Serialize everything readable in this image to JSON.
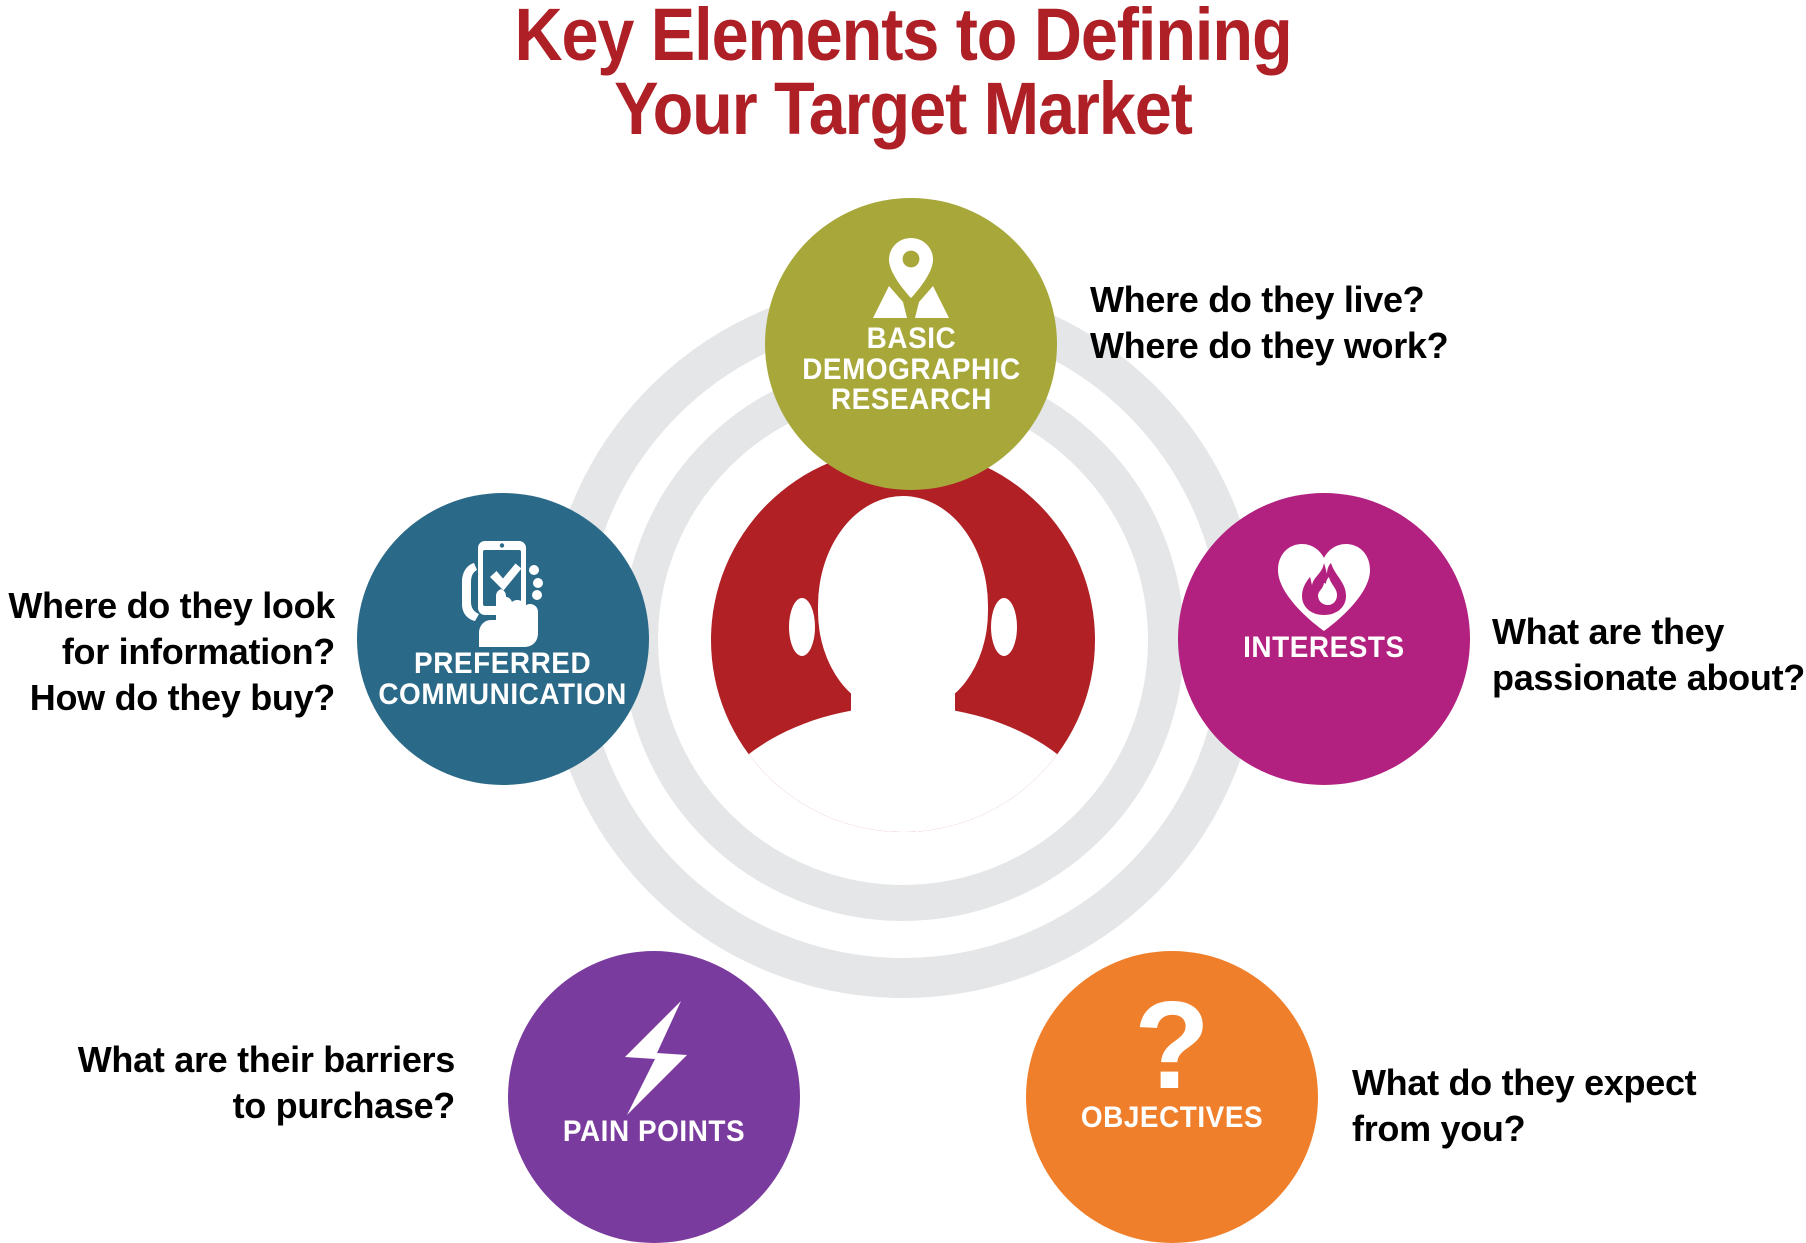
{
  "title": "Key Elements to Defining\nYour Target Market",
  "colors": {
    "title_red": "#AE1F26",
    "center_red": "#B02025",
    "ring_gray": "#E4E6E8",
    "demographic_olive": "#A7A73A",
    "communication_blue": "#2A6987",
    "interests_magenta": "#B32180",
    "pain_purple": "#7A3B9E",
    "objectives_orange": "#F07F2B",
    "callout_black": "#000000",
    "background": "#FFFFFF"
  },
  "center": {
    "name": "target-customer-avatar",
    "icon": "person-silhouette-icon"
  },
  "nodes": [
    {
      "key": "demographic",
      "label": "BASIC\nDEMOGRAPHIC\nRESEARCH",
      "icon": "map-pin-location-icon",
      "color": "#A7A73A",
      "callout": "Where do they live?\nWhere do they work?"
    },
    {
      "key": "interests",
      "label": "INTERESTS",
      "icon": "heart-flame-icon",
      "color": "#B32180",
      "callout": "What are they\npassionate about?"
    },
    {
      "key": "objectives",
      "label": "OBJECTIVES",
      "icon": "question-mark-icon",
      "color": "#F07F2B",
      "callout": "What do they expect\nfrom you?"
    },
    {
      "key": "pain",
      "label": "PAIN POINTS",
      "icon": "lightning-bolt-icon",
      "color": "#7A3B9E",
      "callout": "What are their barriers\nto purchase?"
    },
    {
      "key": "communication",
      "label": "PREFERRED\nCOMMUNICATION",
      "icon": "hand-smartphone-checkmark-icon",
      "color": "#2A6987",
      "callout": "Where do they look\nfor information?\nHow do they buy?"
    }
  ],
  "objectives_glyph": "?"
}
